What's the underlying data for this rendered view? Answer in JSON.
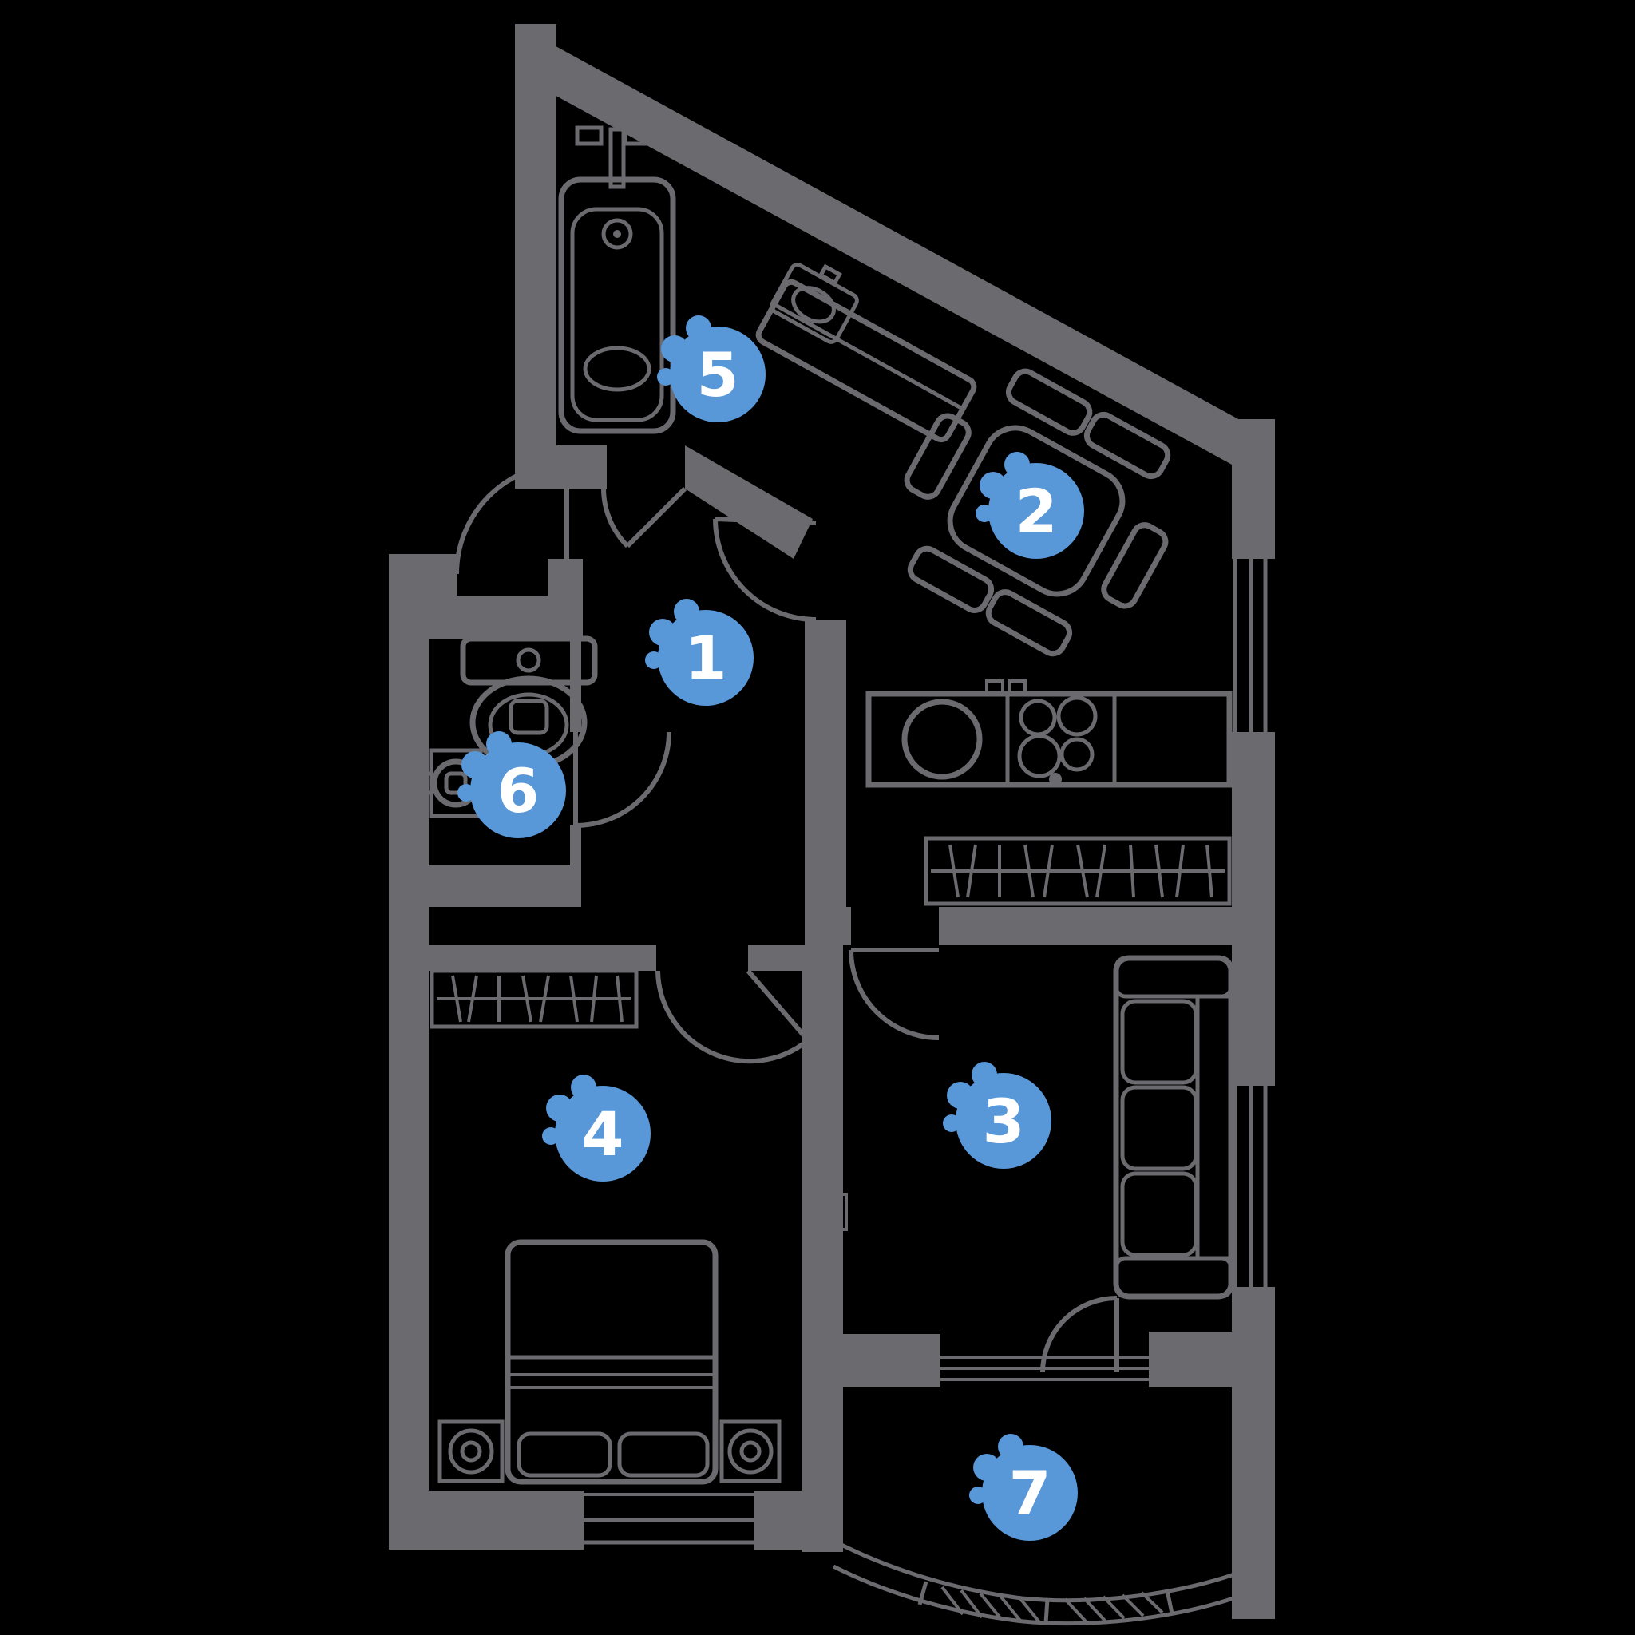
{
  "title": "apartment-floor-plan",
  "colors": {
    "background": "#000000",
    "walls": "#6a6a6f",
    "furniture": "#6a6a6f",
    "marker": "#5897d8",
    "marker_text": "#ffffff"
  },
  "markers": [
    {
      "number": "1",
      "area": "hallway"
    },
    {
      "number": "2",
      "area": "kitchen-dining"
    },
    {
      "number": "3",
      "area": "living-room"
    },
    {
      "number": "4",
      "area": "bedroom"
    },
    {
      "number": "5",
      "area": "bathroom"
    },
    {
      "number": "6",
      "area": "toilet"
    },
    {
      "number": "7",
      "area": "balcony"
    }
  ]
}
